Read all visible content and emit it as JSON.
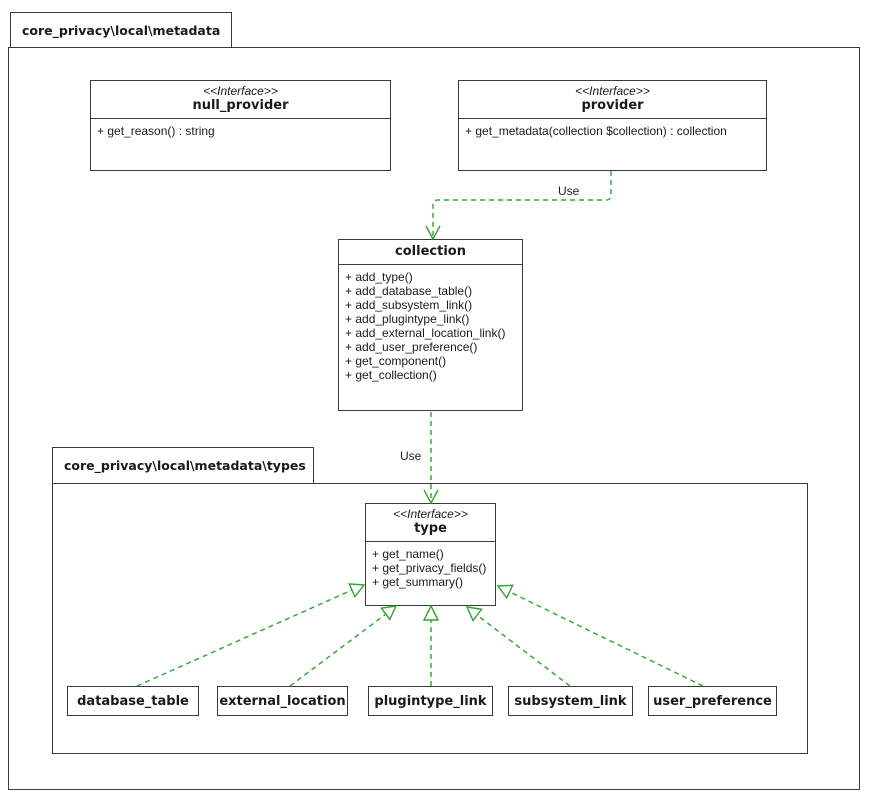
{
  "packages": {
    "outer": {
      "label": "core_privacy\\local\\metadata"
    },
    "types": {
      "label": "core_privacy\\local\\metadata\\types"
    }
  },
  "classes": {
    "null_provider": {
      "stereotype": "<<Interface>>",
      "name": "null_provider",
      "methods": [
        "+ get_reason() : string"
      ]
    },
    "provider": {
      "stereotype": "<<Interface>>",
      "name": "provider",
      "methods": [
        "+ get_metadata(collection $collection) : collection"
      ]
    },
    "collection": {
      "name": "collection",
      "methods": [
        "+ add_type()",
        "+ add_database_table()",
        "+ add_subsystem_link()",
        "+ add_plugintype_link()",
        "+ add_external_location_link()",
        "+ add_user_preference()",
        "+ get_component()",
        "+ get_collection()"
      ]
    },
    "type": {
      "stereotype": "<<Interface>>",
      "name": "type",
      "methods": [
        "+ get_name()",
        "+ get_privacy_fields()",
        "+ get_summary()"
      ]
    },
    "database_table": {
      "name": "database_table"
    },
    "external_location": {
      "name": "external_location"
    },
    "plugintype_link": {
      "name": "plugintype_link"
    },
    "subsystem_link": {
      "name": "subsystem_link"
    },
    "user_preference": {
      "name": "user_preference"
    }
  },
  "edges": {
    "provider_to_collection": {
      "label": "Use",
      "type": "dependency"
    },
    "collection_to_type": {
      "label": "Use",
      "type": "dependency"
    },
    "realizations": [
      "database_table implements type",
      "external_location implements type",
      "plugintype_link implements type",
      "subsystem_link implements type",
      "user_preference implements type"
    ]
  },
  "colors": {
    "edge_green": "#2ea52e",
    "box_border": "#3a3a3a",
    "text": "#1a1a1a",
    "background": "#ffffff"
  }
}
